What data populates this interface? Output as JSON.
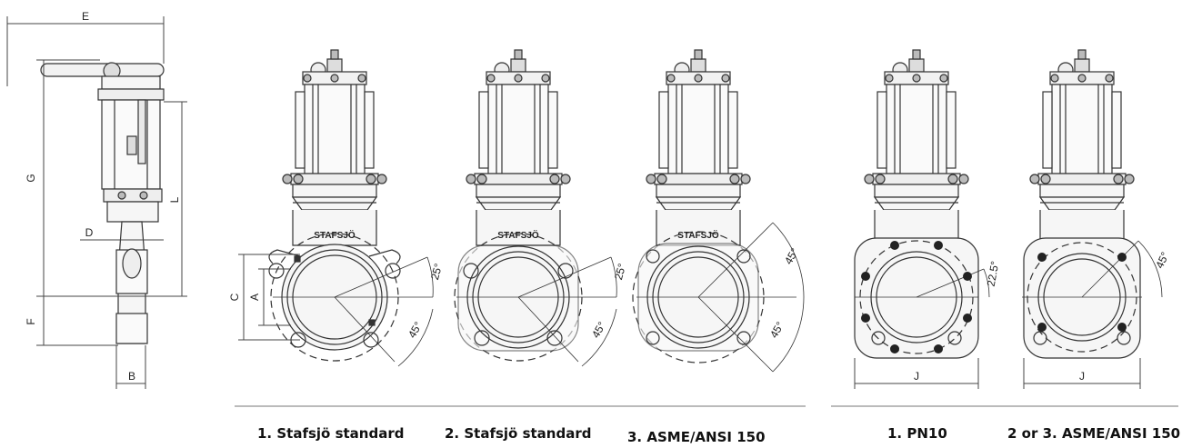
{
  "side_view": {
    "dim_E": "E",
    "dim_G": "G",
    "dim_L": "L",
    "dim_D": "D",
    "dim_F": "F",
    "dim_B": "B"
  },
  "views": [
    {
      "brand": "STAFSJÖ",
      "dim_C": "C",
      "dim_A": "A",
      "angle_top": "25°",
      "angle_bottom": "45°",
      "caption": "1. Stafsjö standard"
    },
    {
      "brand": "STAFSJÖ",
      "angle_top": "25°",
      "angle_bottom": "45°",
      "caption": "2. Stafsjö standard"
    },
    {
      "brand": "STAFSJÖ",
      "angle_top": "45°",
      "angle_bottom": "45°",
      "caption": "3. ASME/ANSI 150"
    },
    {
      "angle_top": "22.5°",
      "dim_J": "J",
      "caption": "1. PN10"
    },
    {
      "angle_top": "45°",
      "dim_J": "J",
      "caption": "2 or 3. ASME/ANSI 150"
    }
  ]
}
